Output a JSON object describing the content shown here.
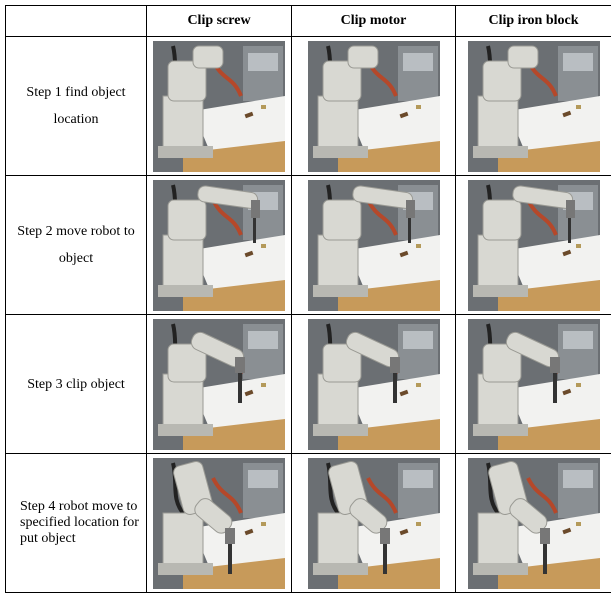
{
  "header": {
    "corner": "",
    "columns": [
      "Clip screw",
      "Clip motor",
      "Clip iron block"
    ]
  },
  "rows": [
    {
      "label": "Step 1 find object location"
    },
    {
      "label": "Step 2 move robot to object"
    },
    {
      "label": "Step 3 clip object"
    },
    {
      "label": "Step 4 robot move to specified location for put object"
    }
  ],
  "photo_theme": {
    "table_surface": "#f2f2f0",
    "wood": "#c79a5a",
    "robot": "#d8d8d2",
    "background": "#6b6f73",
    "cable_red": "#b5482a"
  }
}
